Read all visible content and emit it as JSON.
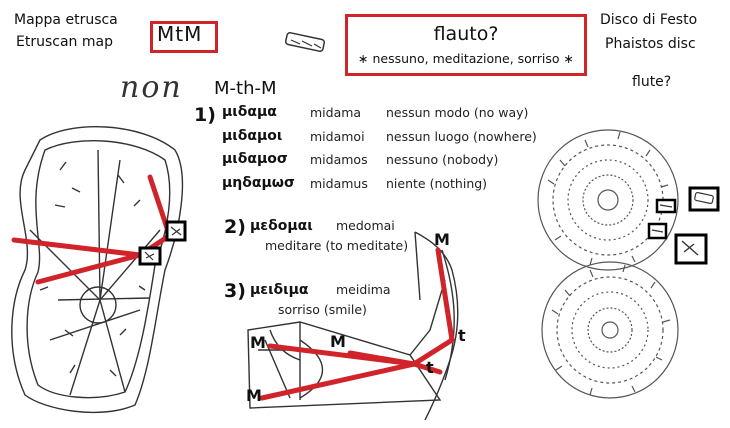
{
  "left_title": {
    "line1": "Mappa etrusca",
    "line2": "Etruscan map"
  },
  "mtm_label": "MtM",
  "flute_box": {
    "title": "flauto?",
    "subtitle": "∗ nessuno, meditazione, sorriso ∗"
  },
  "right_title": {
    "line1": "Disco di Festo",
    "line2": "Phaistos disc",
    "line3": "flute?"
  },
  "non_label": "non",
  "mthm_label": "M-th-M",
  "section1": {
    "number": "1)",
    "rows": [
      {
        "greek": "μιδαμα",
        "translit": "midama",
        "meaning": "nessun modo (no way)"
      },
      {
        "greek": "μιδαμοι",
        "translit": "midamoi",
        "meaning": "nessun luogo (nowhere)"
      },
      {
        "greek": "μιδαμοσ",
        "translit": "midamos",
        "meaning": "nessuno (nobody)"
      },
      {
        "greek": "μηδαμωσ",
        "translit": "midamus",
        "meaning": "niente (nothing)"
      }
    ]
  },
  "section2": {
    "number": "2)",
    "greek": "μεδομαι",
    "translit": "medomai",
    "meaning": "meditare (to meditate)"
  },
  "section3": {
    "number": "3)",
    "greek": "μειδιμα",
    "translit": "meidima",
    "meaning": "sorriso (smile)"
  },
  "diagram_letters": {
    "m1": "M",
    "m2": "M",
    "m3": "M",
    "m4": "M",
    "t1": "t",
    "t2": "t"
  },
  "colors": {
    "accent_red": "#d1232a",
    "ink": "#111111"
  }
}
